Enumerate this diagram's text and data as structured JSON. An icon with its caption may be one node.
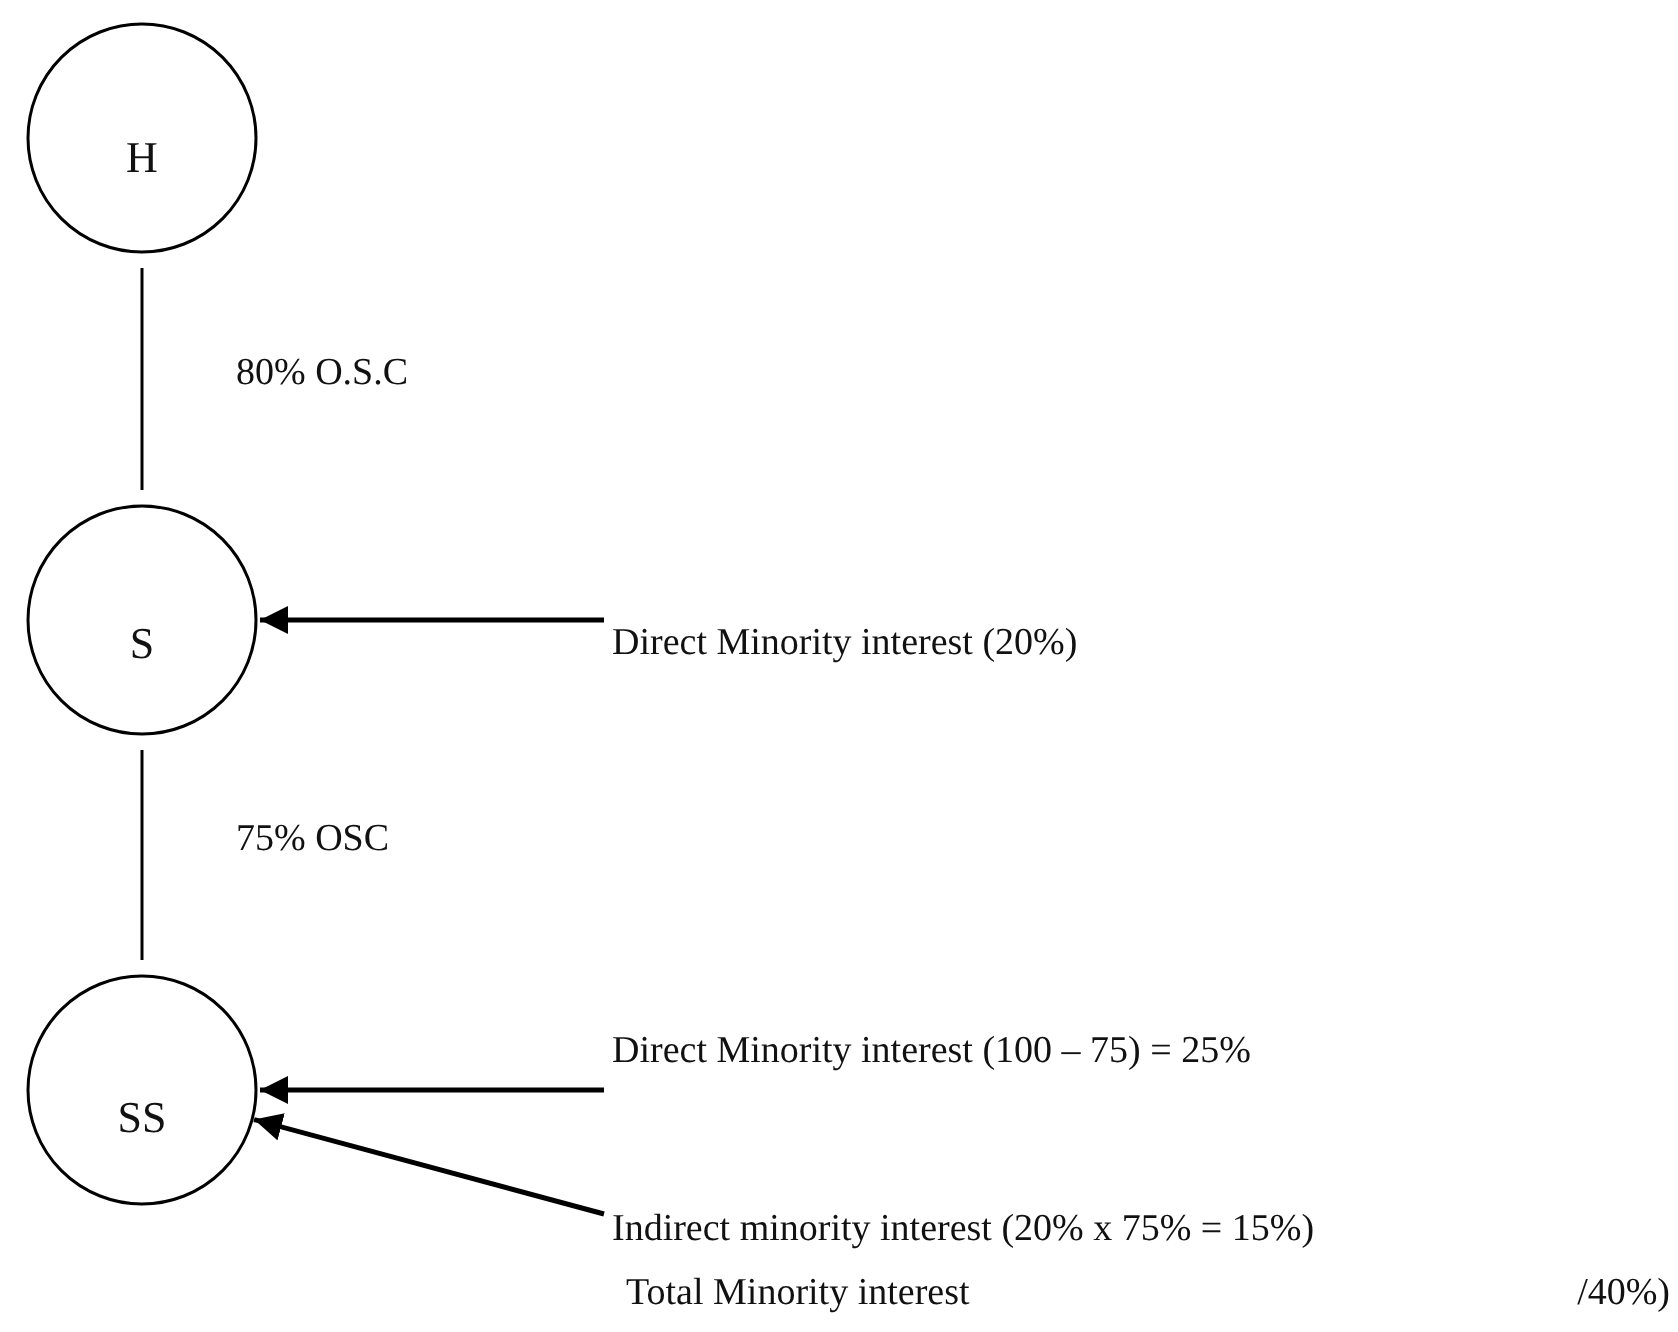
{
  "diagram": {
    "nodes": [
      {
        "text": [
          "H"
        ]
      },
      {
        "text": [
          "S"
        ]
      },
      {
        "text": [
          "SS"
        ]
      },
      {
        "text": [
          "Direct Minority interest (20%)"
        ]
      },
      {
        "text": [
          "Direct Minority interest (100 – 75) = 25%"
        ]
      },
      {
        "text": [
          "Indirect minority interest (20% x 75% = 15%)"
        ]
      }
    ],
    "edges": [
      {
        "from": 0,
        "to": 1,
        "arrow": "none",
        "label": "80% O.S.C"
      },
      {
        "from": 1,
        "to": 2,
        "arrow": "none",
        "label": "75% OSC"
      },
      {
        "from": 3,
        "to": 1,
        "arrow": "to"
      },
      {
        "from": 4,
        "to": 2,
        "arrow": "to"
      },
      {
        "from": 5,
        "to": 2,
        "arrow": "to"
      }
    ],
    "labels": [
      "Total Minority interest",
      "/40%)"
    ]
  }
}
